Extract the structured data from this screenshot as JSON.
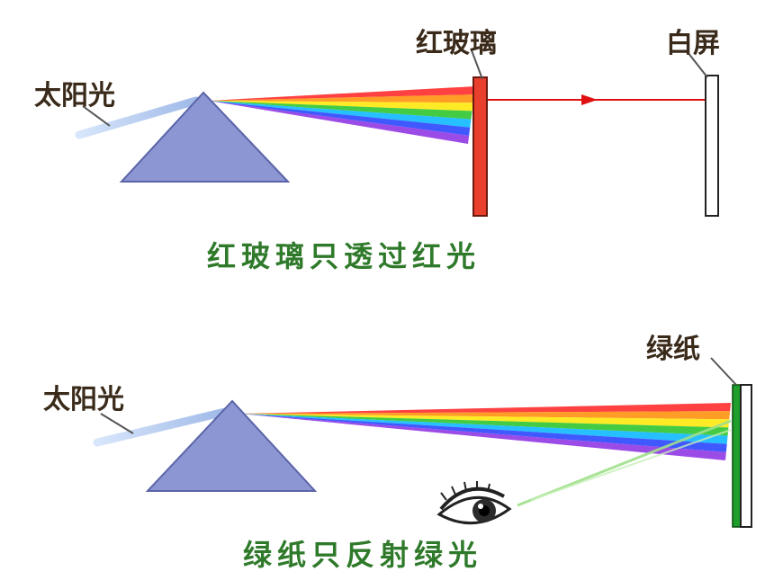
{
  "top_panel": {
    "sunlight_label": "太阳光",
    "red_glass_label": "红玻璃",
    "white_screen_label": "白屏",
    "caption": "红玻璃只透过红光"
  },
  "bottom_panel": {
    "sunlight_label": "太阳光",
    "green_paper_label": "绿纸",
    "caption": "绿纸只反射绿光"
  },
  "colors": {
    "spectrum": [
      "#ff2020",
      "#ff8c00",
      "#ffe600",
      "#22c322",
      "#00b4ff",
      "#1f3cff",
      "#8a2be2"
    ],
    "prism": "#8c96d2",
    "red_glass": "#e8402c",
    "green_paper": "#1e9e2a",
    "red_ray": "#e01010",
    "green_ray": "#9fe08a",
    "sun_ray": "#a9c4ec"
  }
}
